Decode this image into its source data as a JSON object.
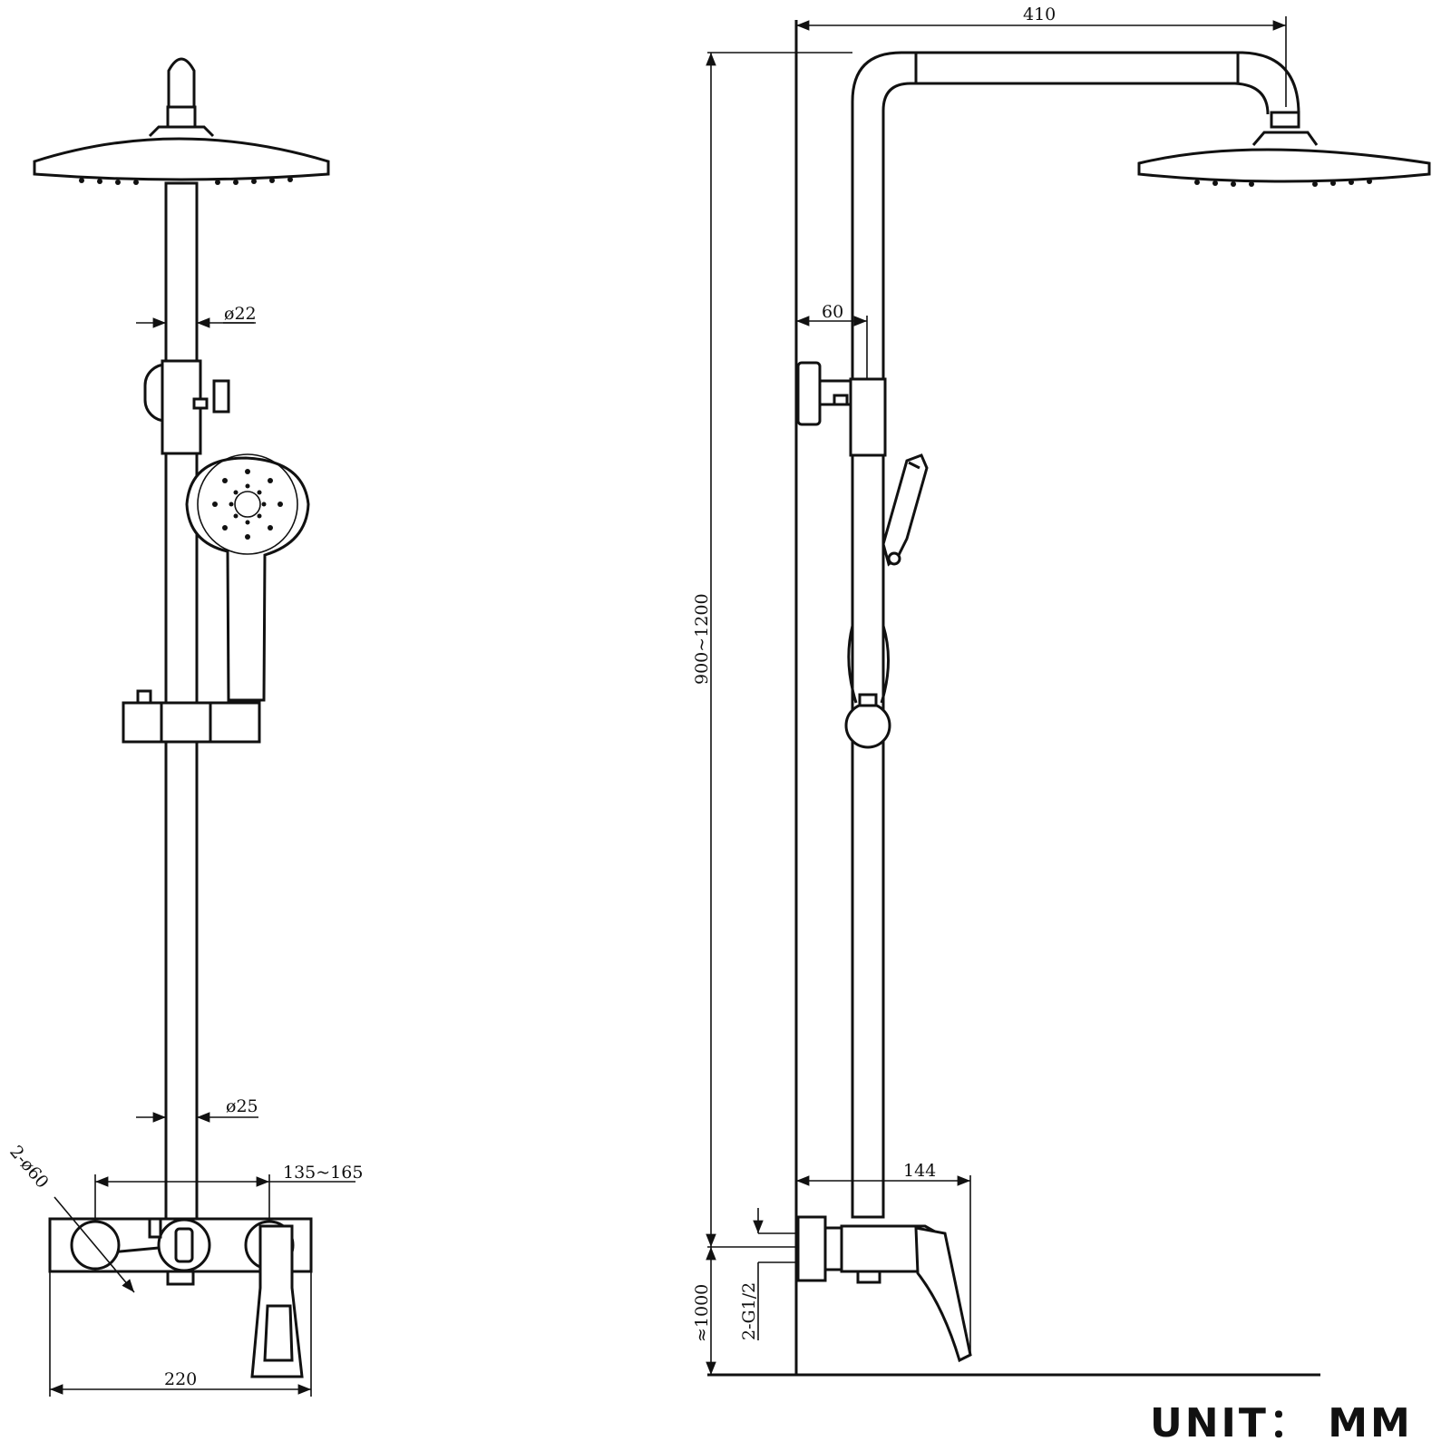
{
  "dimensions": {
    "front": {
      "upper_pipe_diameter": "ø22",
      "lower_pipe_diameter": "ø25",
      "inlet_spacing": "135~165",
      "escutcheon": "2-ø60",
      "width": "220"
    },
    "side": {
      "arm_reach": "410",
      "wall_offset": "60",
      "adjustable_height": "900~1200",
      "valve_projection": "144",
      "inlet_thread": "2-G1/2",
      "valve_height": "≈1000"
    }
  },
  "unit_label": "UNIT：  MM"
}
